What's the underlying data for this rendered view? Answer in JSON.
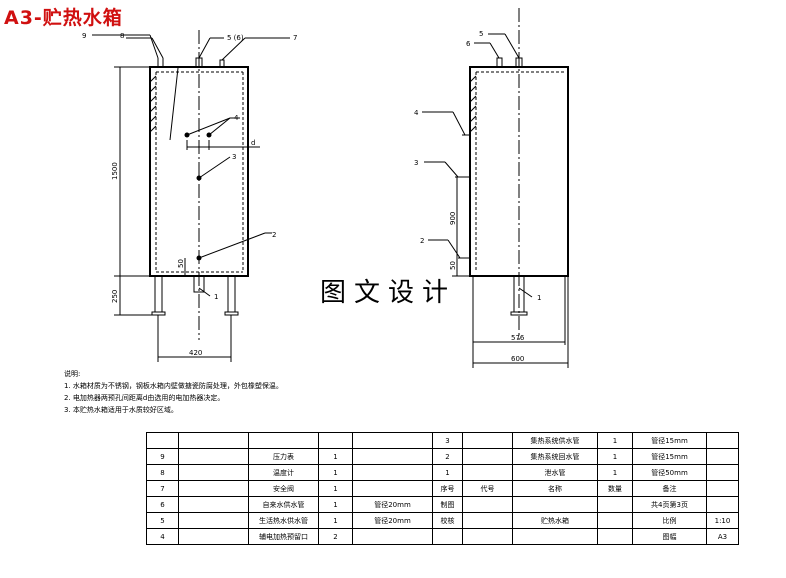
{
  "title": "A3-贮热水箱",
  "watermark": "图文设计",
  "front_view": {
    "callouts": [
      "9",
      "8",
      "5 (6)",
      "7",
      "4",
      "3",
      "2",
      "1",
      "d"
    ],
    "dims": {
      "height": "1500",
      "leg": "250",
      "width": "420",
      "pipe": "50"
    }
  },
  "side_view": {
    "callouts": [
      "5",
      "6",
      "4",
      "3",
      "2",
      "1"
    ],
    "dims": {
      "h900": "900",
      "h_low": "50",
      "w576": "576",
      "w600": "600"
    }
  },
  "notes": [
    "说明:",
    "1. 水箱材质为不锈钢，钢板水箱内壁做搪瓷防腐处理，外包橡塑保温。",
    "2. 电加热器两预孔间距离d由选用的电加热器决定。",
    "3. 本贮热水箱适用于水质较好区域。"
  ],
  "bom": {
    "rows": [
      [
        "",
        "",
        "",
        "",
        "",
        "3",
        "",
        "集热系统供水管",
        "1",
        "管径15mm",
        ""
      ],
      [
        "9",
        "",
        "压力表",
        "1",
        "",
        "2",
        "",
        "集热系统回水管",
        "1",
        "管径15mm",
        ""
      ],
      [
        "8",
        "",
        "温度计",
        "1",
        "",
        "1",
        "",
        "泄水管",
        "1",
        "管径50mm",
        ""
      ],
      [
        "7",
        "",
        "安全阀",
        "1",
        "",
        "序号",
        "代号",
        "名称",
        "数量",
        "备注",
        ""
      ],
      [
        "6",
        "",
        "自来水供水管",
        "1",
        "管径20mm",
        "制图",
        "",
        "",
        "",
        "共4页第3页",
        ""
      ],
      [
        "5",
        "",
        "生活热水供水管",
        "1",
        "管径20mm",
        "校核",
        "",
        "贮热水箱",
        "",
        "比例",
        "1:10"
      ],
      [
        "4",
        "",
        "辅电加热预留口",
        "2",
        "",
        "",
        "",
        "",
        "",
        "图幅",
        "A3"
      ]
    ]
  }
}
